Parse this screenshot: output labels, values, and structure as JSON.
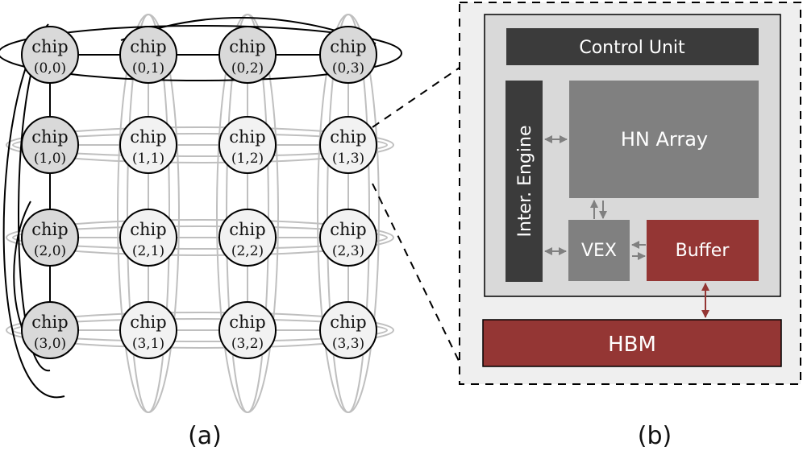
{
  "panel_a": {
    "caption": "(a)",
    "chip_label": "chip",
    "rows": [
      [
        "(0,0)",
        "(0,1)",
        "(0,2)",
        "(0,3)"
      ],
      [
        "(1,0)",
        "(1,1)",
        "(1,2)",
        "(1,3)"
      ],
      [
        "(2,0)",
        "(2,1)",
        "(2,2)",
        "(2,3)"
      ],
      [
        "(3,0)",
        "(3,1)",
        "(3,2)",
        "(3,3)"
      ]
    ],
    "colors": {
      "highlight_fill": "#d9d9d9",
      "normal_fill": "#f2f2f2",
      "active_link": "#000000",
      "inactive_link": "#bfbfbf"
    }
  },
  "panel_b": {
    "caption": "(b)",
    "control_unit": "Control Unit",
    "inter_engine": "Inter. Engine",
    "hn_array": "HN Array",
    "vex": "VEX",
    "buffer": "Buffer",
    "hbm": "HBM",
    "colors": {
      "dark": "#3b3b3b",
      "mid_gray": "#808080",
      "red": "#943634",
      "panel_bg": "#efefef",
      "inner_bg": "#d9d9d9"
    }
  }
}
